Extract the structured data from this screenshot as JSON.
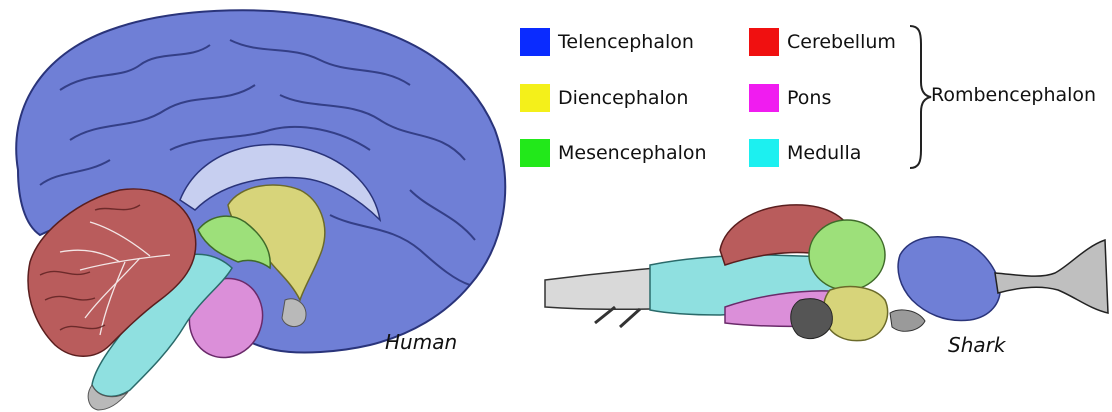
{
  "legend": {
    "items": [
      {
        "label": "Telencephalon",
        "color": "#0a2bff"
      },
      {
        "label": "Diencephalon",
        "color": "#f4f01a"
      },
      {
        "label": "Mesencephalon",
        "color": "#22e81a"
      },
      {
        "label": "Cerebellum",
        "color": "#f01010"
      },
      {
        "label": "Pons",
        "color": "#f01cf0"
      },
      {
        "label": "Medulla",
        "color": "#1cf0f0"
      }
    ],
    "group_label": "Rombencephalon"
  },
  "captions": {
    "human": "Human",
    "shark": "Shark"
  },
  "region_colors": {
    "telencephalon": "#6f7fd6",
    "diencephalon": "#d7d47a",
    "mesencephalon": "#9de07a",
    "cerebellum": "#b95c5c",
    "pons": "#db8fd9",
    "medulla": "#8fe0e0"
  }
}
